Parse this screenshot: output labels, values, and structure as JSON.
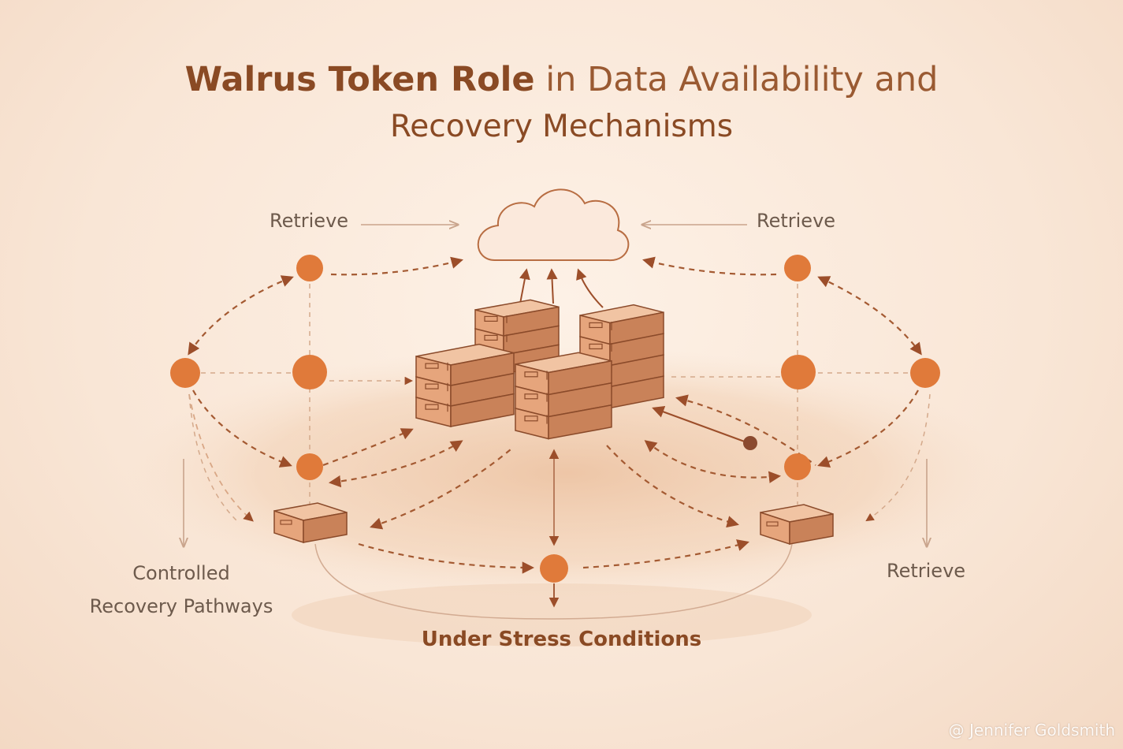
{
  "title": {
    "strong": "Walrus Token Role",
    "rest": "in Data Availability and",
    "line2": "Recovery Mechanisms"
  },
  "labels": {
    "retrieve_top_left": "Retrieve",
    "retrieve_top_right": "Retrieve",
    "retrieve_bottom_right": "Retrieve",
    "controlled_line1": "Controlled",
    "controlled_line2": "Recovery Pathways",
    "stress": "Under Stress Conditions"
  },
  "watermark": "@ Jennifer Goldsmith",
  "colors": {
    "accent": "#e07a3a",
    "arrow": "#9c4e2a",
    "box_front": "#e6a57c",
    "box_top": "#f1c4a3",
    "box_side": "#c98259",
    "text": "#6d5a4c"
  }
}
